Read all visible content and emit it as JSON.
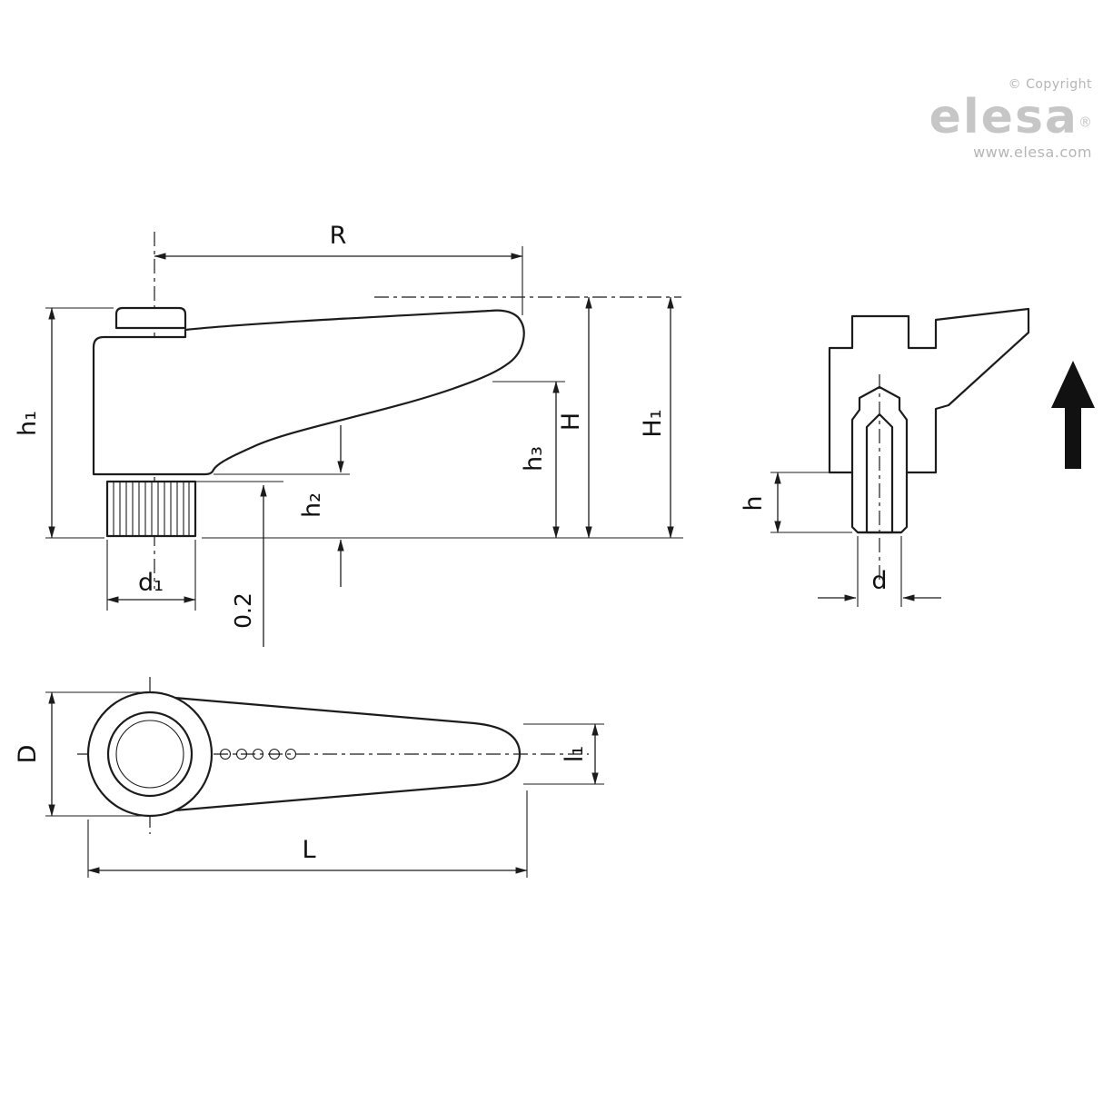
{
  "logo": {
    "copyright": "© Copyright",
    "brand": "elesa",
    "reg": "®",
    "url": "www.elesa.com"
  },
  "labels": {
    "side": {
      "R": "R",
      "h1": "h₁",
      "H": "H",
      "H1": "H₁",
      "h3": "h₃",
      "h2": "h₂",
      "d1": "d₁",
      "gap": "0.2"
    },
    "section": {
      "h": "h",
      "d": "d"
    },
    "plan": {
      "D": "D",
      "L": "L",
      "l1": "l₁"
    }
  },
  "colors": {
    "line": "#1c1c1c",
    "logo_gray": "#c6c6c6",
    "logo_light": "#b5b5b5",
    "arrow_fill": "#111111"
  }
}
